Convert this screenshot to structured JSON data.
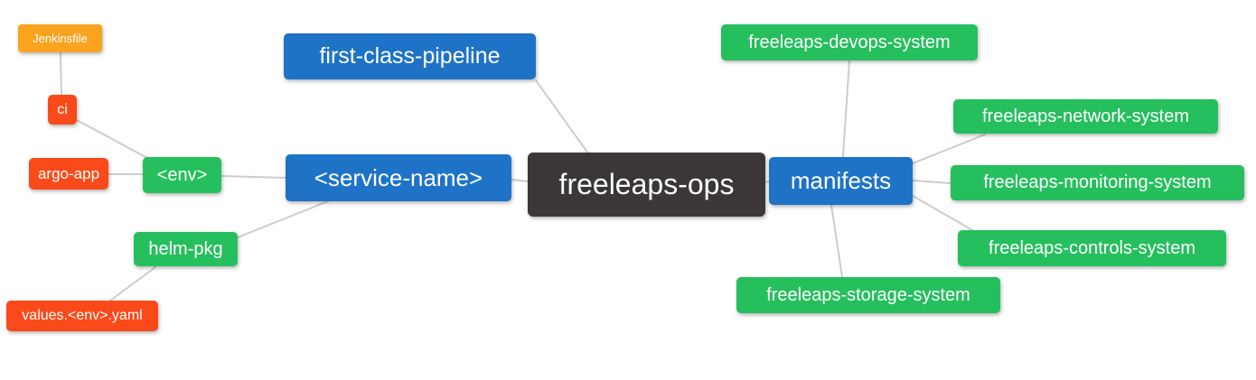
{
  "page": {
    "background": "#ffffff",
    "description": "Mind map of the freeleaps-ops repository structure"
  },
  "colors": {
    "root_node": "#3b3737",
    "level1_node": "#1e73c6",
    "level2_node": "#26bf5e",
    "level3_node": "#fb4a1a",
    "level4_node": "#f9a31f",
    "edge": "#cccccc",
    "node_text": "#ffffff",
    "background": "#ffffff"
  },
  "nodes": {
    "freeleaps_ops": {
      "label": "freeleaps-ops",
      "level": 0
    },
    "first_class_pipeline": {
      "label": "first-class-pipeline",
      "level": 1
    },
    "service_name": {
      "label": "<service-name>",
      "level": 1
    },
    "manifests": {
      "label": "manifests",
      "level": 1
    },
    "env": {
      "label": "<env>",
      "level": 2
    },
    "helm_pkg": {
      "label": "helm-pkg",
      "level": 2
    },
    "ci": {
      "label": "ci",
      "level": 3
    },
    "argo_app": {
      "label": "argo-app",
      "level": 3
    },
    "jenkinsfile": {
      "label": "Jenkinsfile",
      "level": 4
    },
    "values_env_yaml": {
      "label": "values.<env>.yaml",
      "level": 3
    },
    "devops_system": {
      "label": "freeleaps-devops-system",
      "level": 2
    },
    "network_system": {
      "label": "freeleaps-network-system",
      "level": 2
    },
    "monitoring_system": {
      "label": "freeleaps-monitoring-system",
      "level": 2
    },
    "controls_system": {
      "label": "freeleaps-controls-system",
      "level": 2
    },
    "storage_system": {
      "label": "freeleaps-storage-system",
      "level": 2
    }
  },
  "edges": [
    {
      "from": "jenkinsfile",
      "to": "ci"
    },
    {
      "from": "ci",
      "to": "env"
    },
    {
      "from": "argo_app",
      "to": "env"
    },
    {
      "from": "env",
      "to": "service_name"
    },
    {
      "from": "helm_pkg",
      "to": "service_name"
    },
    {
      "from": "helm_pkg",
      "to": "values_env_yaml"
    },
    {
      "from": "service_name",
      "to": "freeleaps_ops"
    },
    {
      "from": "first_class_pipeline",
      "to": "freeleaps_ops"
    },
    {
      "from": "freeleaps_ops",
      "to": "manifests"
    },
    {
      "from": "manifests",
      "to": "devops_system"
    },
    {
      "from": "manifests",
      "to": "network_system"
    },
    {
      "from": "manifests",
      "to": "monitoring_system"
    },
    {
      "from": "manifests",
      "to": "controls_system"
    },
    {
      "from": "manifests",
      "to": "storage_system"
    }
  ]
}
